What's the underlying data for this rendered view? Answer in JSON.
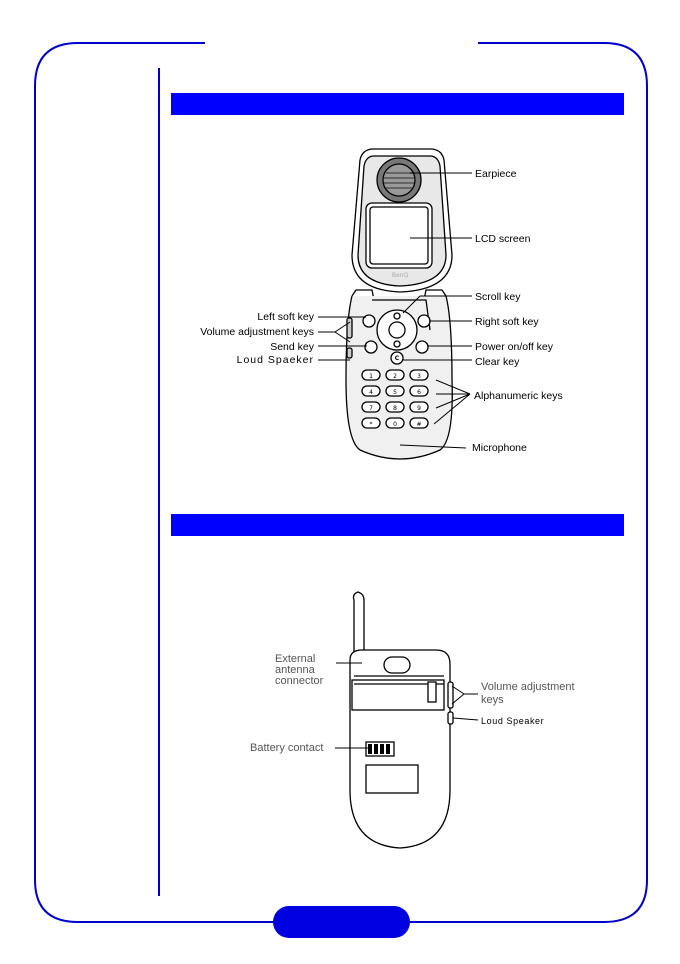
{
  "front_view": {
    "labels": {
      "earpiece": "Earpiece",
      "lcd_screen": "LCD screen",
      "scroll_key": "Scroll key",
      "left_soft_key": "Left soft key",
      "right_soft_key": "Right soft key",
      "volume_keys": "Volume adjustment keys",
      "power_key": "Power on/off key",
      "send_key": "Send key",
      "clear_key": "Clear key",
      "loud_speaker": "Loud Spaeker",
      "alphanumeric_keys": "Alphanumeric keys",
      "microphone": "Microphone"
    },
    "brand": "BenQ",
    "keypad": [
      "1",
      "2",
      "3",
      "4",
      "5",
      "6",
      "7",
      "8",
      "9",
      "*",
      "0",
      "#"
    ],
    "center_keys": {
      "clear": "C"
    }
  },
  "back_view": {
    "labels": {
      "external_antenna": "External antenna connector",
      "volume_keys": "Volume adjustment keys",
      "loud_speaker": "Loud Speaker",
      "battery_contact": "Battery contact"
    }
  },
  "colors": {
    "accent": "#0000ff",
    "frame": "#0000cc"
  }
}
